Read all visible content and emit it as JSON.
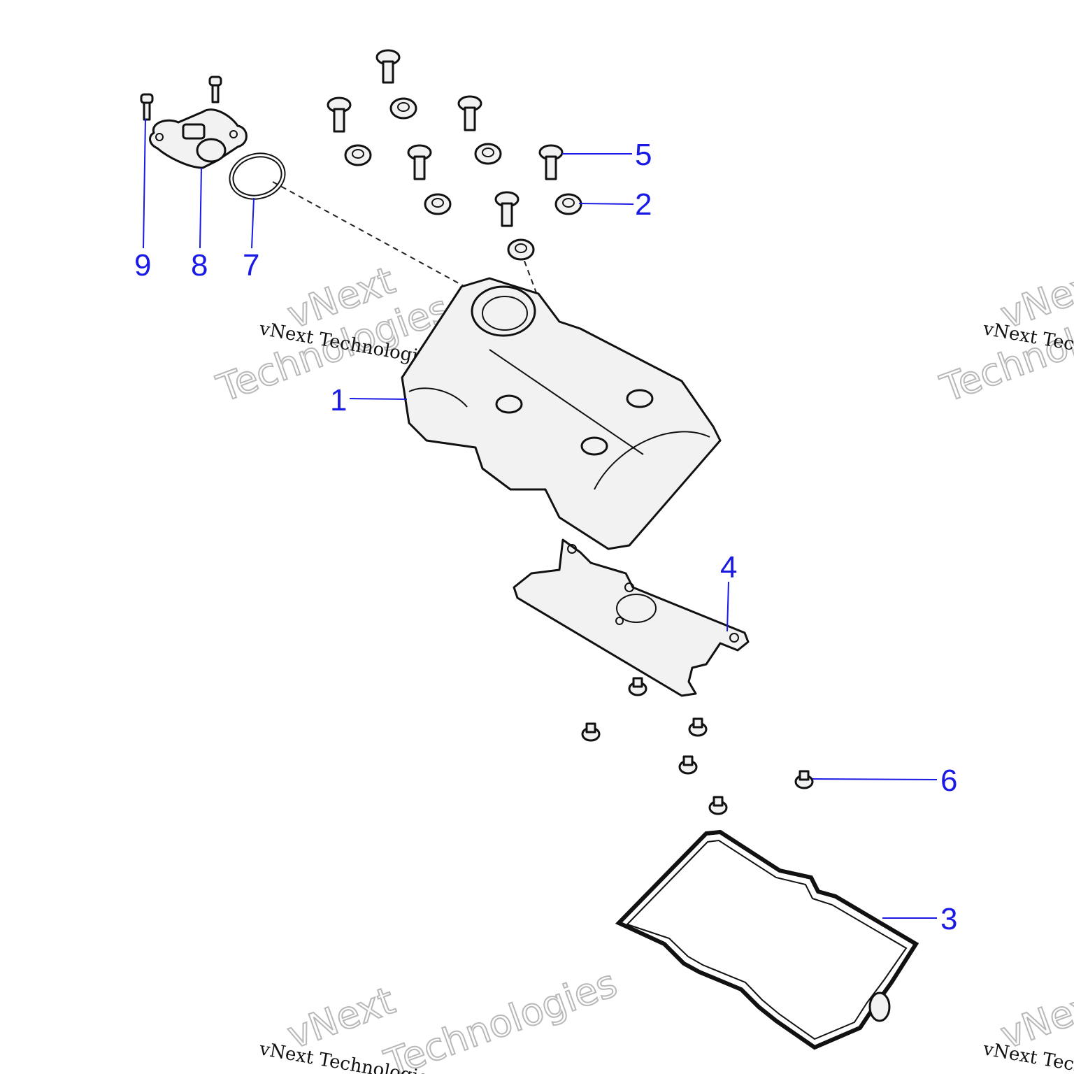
{
  "callouts": [
    {
      "id": "1",
      "label": "1"
    },
    {
      "id": "2",
      "label": "2"
    },
    {
      "id": "3",
      "label": "3"
    },
    {
      "id": "4",
      "label": "4"
    },
    {
      "id": "5",
      "label": "5"
    },
    {
      "id": "6",
      "label": "6"
    },
    {
      "id": "7",
      "label": "7"
    },
    {
      "id": "8",
      "label": "8"
    },
    {
      "id": "9",
      "label": "9"
    }
  ],
  "watermark": {
    "line": "vNext Technologies",
    "word1": "vNext",
    "word2": "Technologies"
  },
  "colors": {
    "callout": "#1a1ae6",
    "line_art": "#111111",
    "part_fill": "#f2f2f2"
  }
}
